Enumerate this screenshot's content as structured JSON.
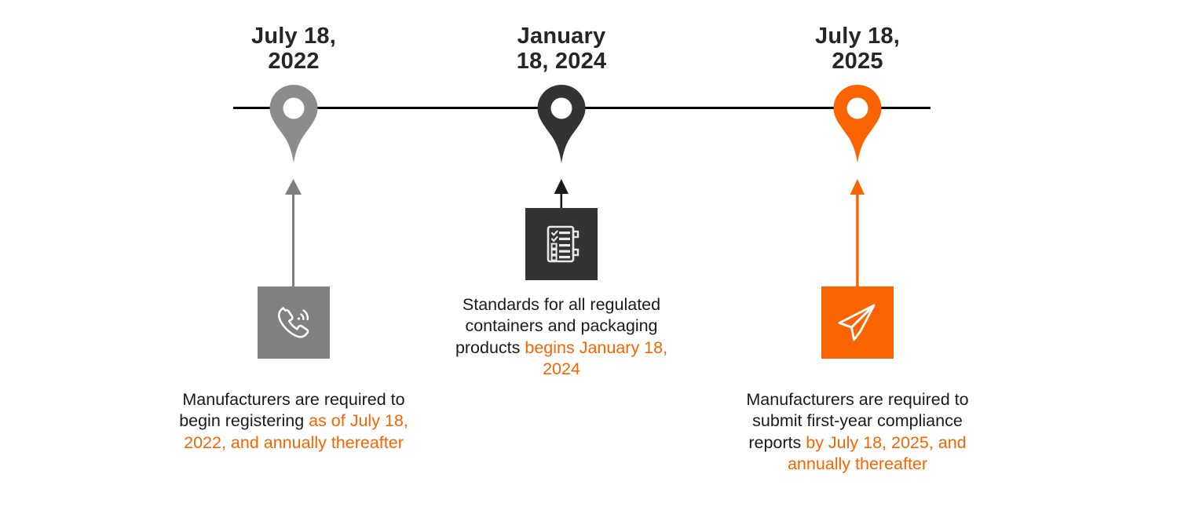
{
  "timeline": {
    "axis_color": "#000000",
    "accent_color": "#FA6400",
    "milestones": [
      {
        "id": "registration-2022",
        "date_line1": "July 18,",
        "date_line2": "2022",
        "pin_color": "#8C8C8C",
        "tile_color": "#808080",
        "arrow_color": "#7F7F7F",
        "icon": "phone-call-icon",
        "text_black": "Manufacturers are required to begin registering ",
        "text_orange": "as of July 18, 2022, and annually thereafter"
      },
      {
        "id": "standards-2024",
        "date_line1": "January",
        "date_line2": "18, 2024",
        "pin_color": "#333333",
        "tile_color": "#333333",
        "arrow_color": "#1A1A1A",
        "icon": "checklist-icon",
        "text_black": "Standards for all regulated containers and packaging products ",
        "text_orange": "begins January 18, 2024"
      },
      {
        "id": "compliance-2025",
        "date_line1": "July 18,",
        "date_line2": "2025",
        "pin_color": "#FA6400",
        "tile_color": "#FA6400",
        "arrow_color": "#FA6400",
        "icon": "paper-plane-icon",
        "text_black": "Manufacturers are required to submit first-year compliance reports ",
        "text_orange": "by July 18, 2025, and annually thereafter"
      }
    ]
  }
}
